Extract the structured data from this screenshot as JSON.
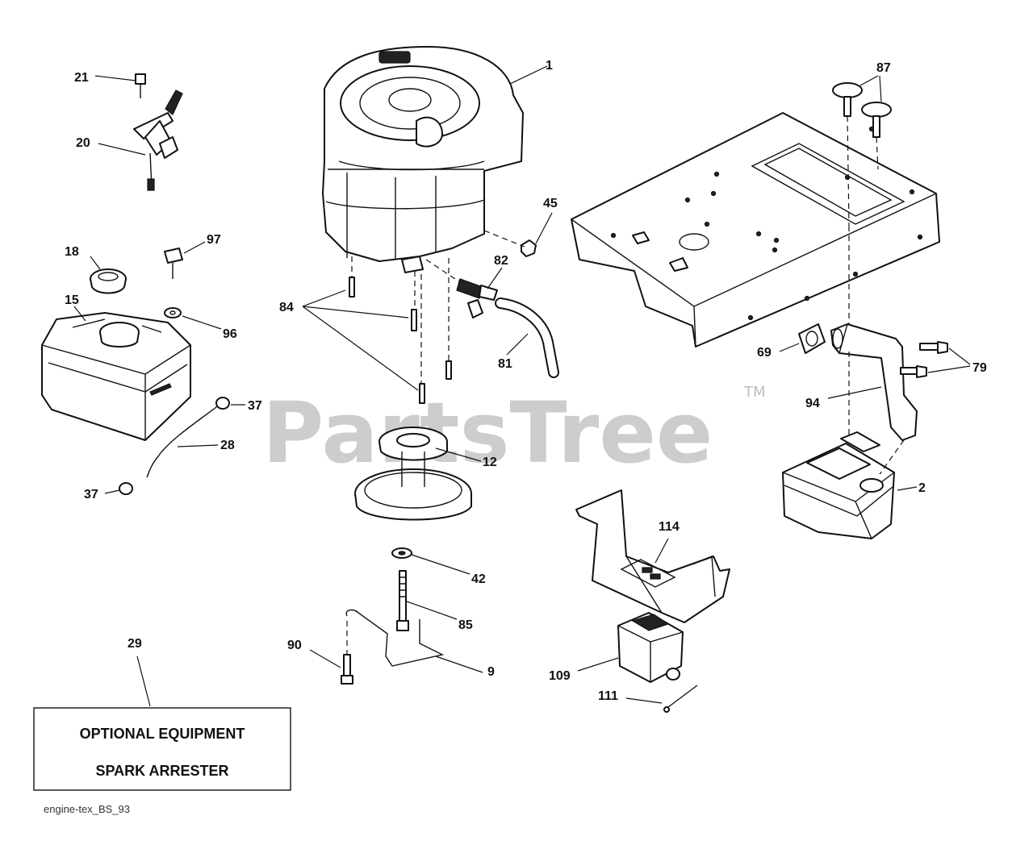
{
  "watermark": {
    "text": "PartsTree",
    "trademark": "TM"
  },
  "callouts": {
    "c1": "1",
    "c2": "2",
    "c9": "9",
    "c12": "12",
    "c15": "15",
    "c18": "18",
    "c20": "20",
    "c21": "21",
    "c28": "28",
    "c29": "29",
    "c37a": "37",
    "c37b": "37",
    "c42": "42",
    "c45": "45",
    "c69": "69",
    "c79": "79",
    "c81": "81",
    "c82": "82",
    "c84": "84",
    "c85": "85",
    "c87": "87",
    "c90": "90",
    "c94": "94",
    "c96": "96",
    "c97": "97",
    "c109": "109",
    "c111": "111",
    "c114": "114"
  },
  "optional_box": {
    "line1": "OPTIONAL EQUIPMENT",
    "line2": "SPARK ARRESTER"
  },
  "footer": {
    "code": "engine-tex_BS_93"
  }
}
